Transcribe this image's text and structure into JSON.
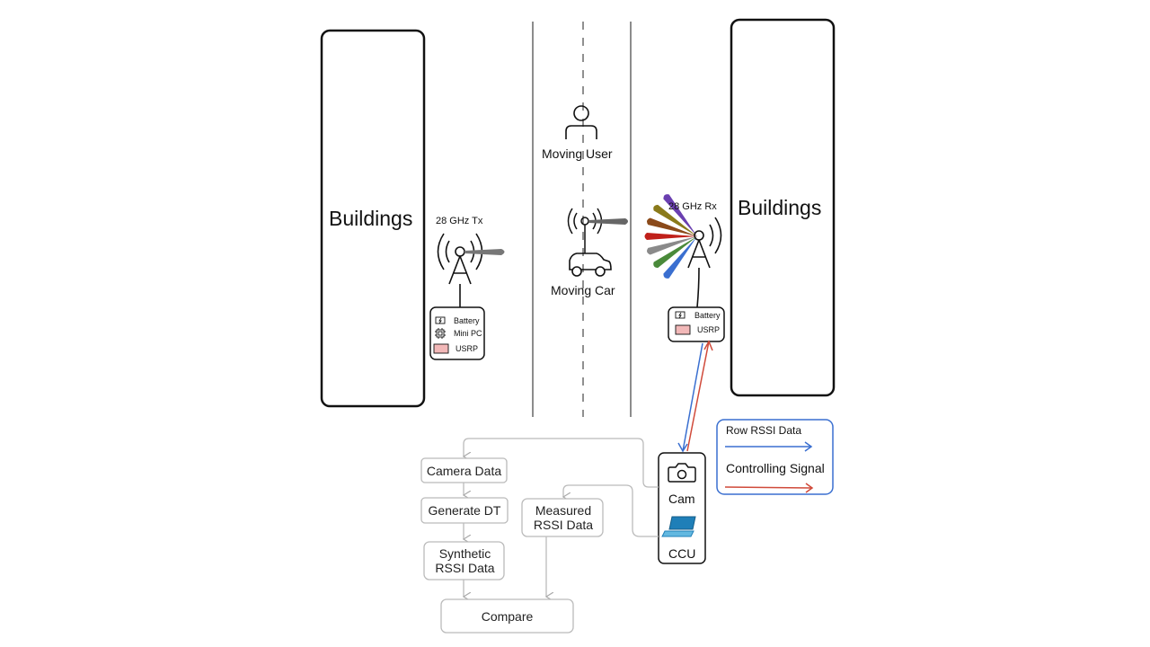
{
  "diagram": {
    "left_building": {
      "label": "Buildings"
    },
    "right_building": {
      "label": "Buildings"
    },
    "tx": {
      "label": "28 GHz Tx",
      "box": [
        {
          "icon": "battery-icon",
          "label": "Battery"
        },
        {
          "icon": "chip-icon",
          "label": "Mini PC"
        },
        {
          "icon": "usrp-icon",
          "label": "USRP"
        }
      ]
    },
    "rx": {
      "label": "28 GHz Rx",
      "box": [
        {
          "icon": "battery-icon",
          "label": "Battery"
        },
        {
          "icon": "usrp-icon",
          "label": "USRP"
        }
      ],
      "beam_colors": [
        "#6a3fb0",
        "#8a7a1a",
        "#8b4a1a",
        "#c0201a",
        "#8a8a8a",
        "#4a8a3a",
        "#3a6fd0"
      ]
    },
    "street": {
      "moving_user": "Moving User",
      "moving_car": "Moving Car"
    },
    "ccu_unit": {
      "cam_label": "Cam",
      "ccu_label": "CCU"
    },
    "legend": {
      "items": [
        {
          "label": "Row RSSI Data",
          "color": "#3a6fd0"
        },
        {
          "label": "Controlling Signal",
          "color": "#d04a3a"
        }
      ],
      "border_color": "#3a6fd0"
    },
    "flow": {
      "camera_data": "Camera Data",
      "generate_dt": "Generate DT",
      "synthetic_rssi": "Synthetic RSSI Data",
      "measured_rssi": "Measured RSSI Data",
      "compare": "Compare"
    }
  }
}
